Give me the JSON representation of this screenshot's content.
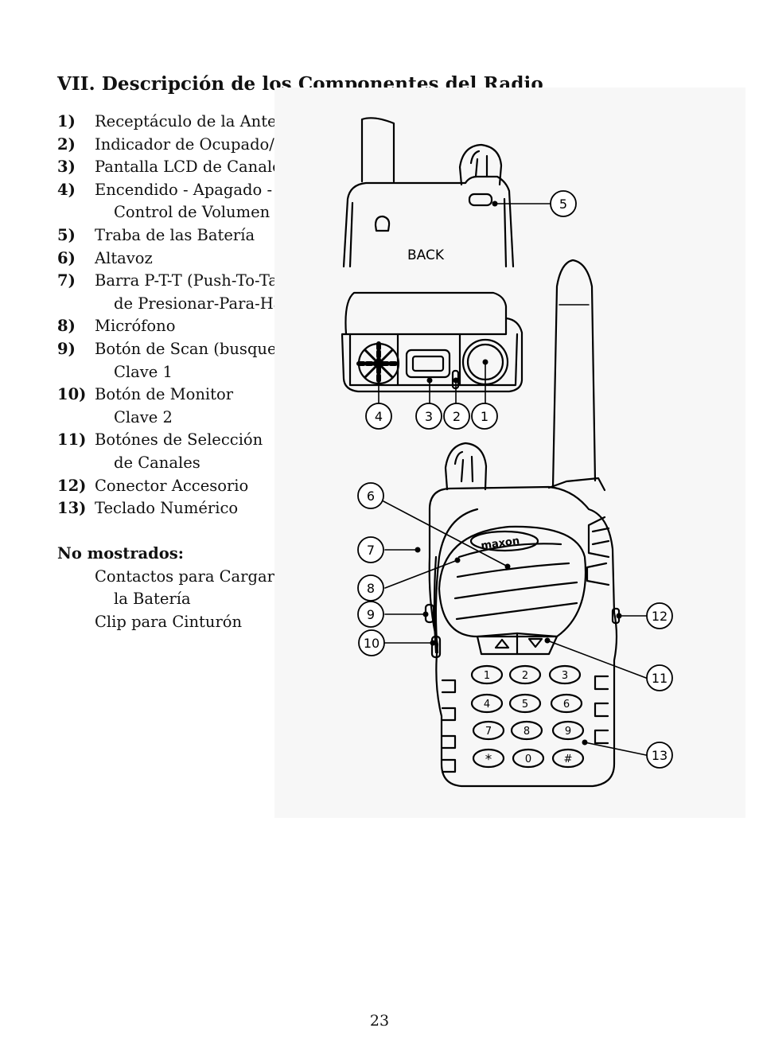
{
  "title": "VII.  Descripción de los Componentes del Radio",
  "components": [
    {
      "num": "1)",
      "text": "Receptáculo de la Antena"
    },
    {
      "num": "2)",
      "text": "Indicador de Ocupado/TX"
    },
    {
      "num": "3)",
      "text": "Pantalla LCD de Canales"
    },
    {
      "num": "4)",
      "text": "Encendido - Apagado -",
      "cont": "Control de Volumen"
    },
    {
      "num": "5)",
      "text": "Traba de las Batería"
    },
    {
      "num": "6)",
      "text": "Altavoz"
    },
    {
      "num": "7)",
      "text": "Barra P-T-T (Push-To-Talk)",
      "cont": "de Presionar-Para-Hablar"
    },
    {
      "num": "8)",
      "text": "Micrófono"
    },
    {
      "num": "9)",
      "text": "Botón de Scan (busqueda)",
      "cont": "Clave 1"
    },
    {
      "num": "10)",
      "text": "Botón de Monitor",
      "cont": "Clave 2"
    },
    {
      "num": "11)",
      "text": "Botónes de Selección",
      "cont": "de Canales"
    },
    {
      "num": "12)",
      "text": "Conector Accesorio"
    },
    {
      "num": "13)",
      "text": "Teclado Numérico"
    }
  ],
  "not_shown": {
    "heading": "No mostrados:",
    "item1": "Contactos para Cargar",
    "item1_cont": "la Batería",
    "item2": "Clip para Cinturón"
  },
  "figure": {
    "back_label": "BACK",
    "brand": "maxon",
    "callouts": [
      "1",
      "2",
      "3",
      "4",
      "5",
      "6",
      "7",
      "8",
      "9",
      "10",
      "11",
      "12",
      "13"
    ],
    "keys": [
      "1",
      "2",
      "3",
      "4",
      "5",
      "6",
      "7",
      "8",
      "9",
      "*",
      "0",
      "#"
    ]
  },
  "page_number": "23"
}
